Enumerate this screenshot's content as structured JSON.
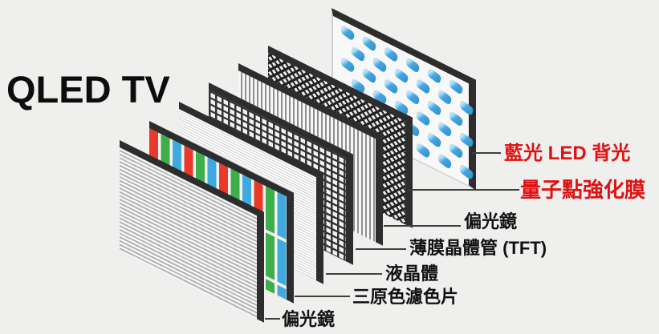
{
  "title": "QLED TV",
  "colors": {
    "background": "#efefee",
    "frame": "#2d2d2d",
    "red_label": "#e01112",
    "black_label": "#111111",
    "led_blue": "#47a8e0",
    "stripe_red": "#e8392b",
    "stripe_green": "#3eae4a",
    "stripe_blue": "#3fa9e0"
  },
  "layers": [
    {
      "name": "blue-led-backlight",
      "label": "藍光 LED 背光",
      "emphasis": true
    },
    {
      "name": "quantum-dot-film",
      "label": "量子點強化膜",
      "emphasis": true
    },
    {
      "name": "rear-polarizer",
      "label": "偏光鏡",
      "emphasis": false
    },
    {
      "name": "tft",
      "label": "薄膜晶體管 (TFT)",
      "emphasis": false
    },
    {
      "name": "liquid-crystal",
      "label": "液晶體",
      "emphasis": false
    },
    {
      "name": "rgb-color-filter",
      "label": "三原色濾色片",
      "emphasis": false
    },
    {
      "name": "front-polarizer",
      "label": "偏光鏡",
      "emphasis": false
    }
  ],
  "led_grid": {
    "rows": 6,
    "cols": 6
  }
}
